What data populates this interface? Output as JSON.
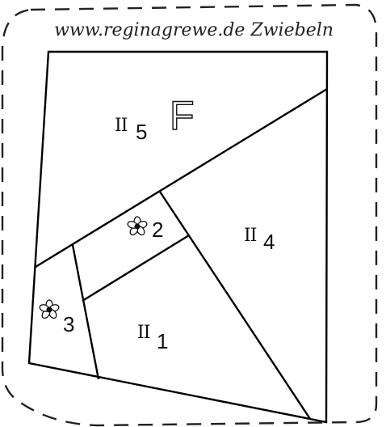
{
  "header": {
    "site": "www.reginagrewe.de Zwiebeln"
  },
  "pattern": {
    "section_letter": "F",
    "pieces": [
      {
        "roman": "II",
        "number": "5"
      },
      {
        "roman": "",
        "number": "2"
      },
      {
        "roman": "II",
        "number": "4"
      },
      {
        "roman": "",
        "number": "3"
      },
      {
        "roman": "II",
        "number": "1"
      }
    ]
  },
  "icons": {
    "pieces_2_and_3": "flower-icon"
  },
  "colors": {
    "line": "#000000",
    "background": "#ffffff"
  }
}
